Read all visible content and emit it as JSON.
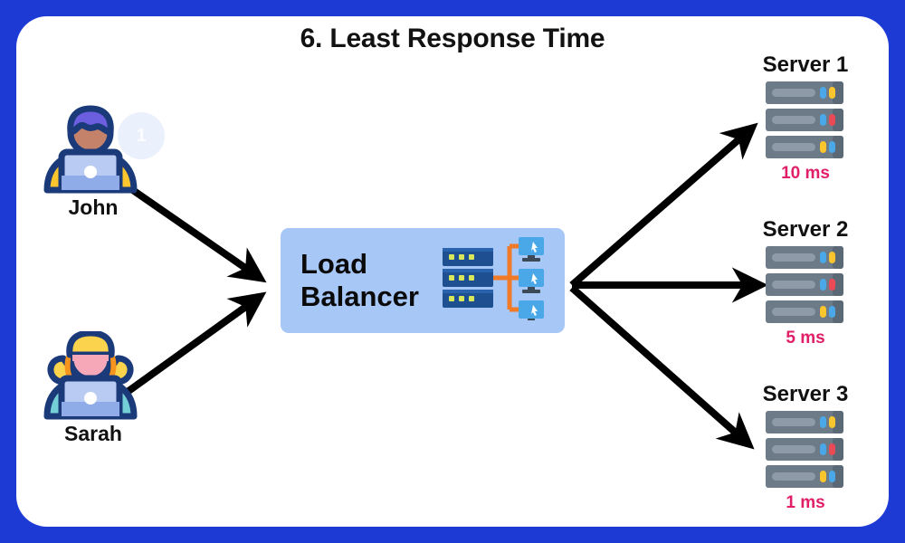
{
  "page": {
    "title": "6. Least Response Time",
    "border_color": "#1e3ad4",
    "canvas_color": "#ffffff"
  },
  "clients": [
    {
      "name": "John",
      "badge": "1",
      "avatar_icon": "person-with-laptop-icon",
      "colors": {
        "hair": "#6b5fe0",
        "face": "#c4826b",
        "shirt": "#fbc52e",
        "laptop": "#aec4f0",
        "outline": "#1a3a7a"
      }
    },
    {
      "name": "Sarah",
      "badge": null,
      "avatar_icon": "person-with-laptop-icon",
      "colors": {
        "hair": "#fbd34d",
        "hair_side": "#f7941e",
        "face": "#f7a8b8",
        "shirt": "#74cfd6",
        "laptop": "#aec4f0",
        "outline": "#1a3a7a"
      }
    }
  ],
  "load_balancer": {
    "label": "Load\nBalancer",
    "icon": "load-balancer-server-monitors-icon",
    "box_color": "#a7c7f7",
    "icon_colors": {
      "server": "#1d4f91",
      "led": "#d8e85a",
      "link": "#f07a28",
      "monitor": "#4aa8e8"
    }
  },
  "servers": [
    {
      "label": "Server 1",
      "response_time": "10 ms",
      "icon": "server-rack-icon"
    },
    {
      "label": "Server 2",
      "response_time": "5 ms",
      "icon": "server-rack-icon"
    },
    {
      "label": "Server 3",
      "response_time": "1 ms",
      "icon": "server-rack-icon"
    }
  ],
  "colors": {
    "accent_blue": "#1e3ad4",
    "response_time_pink": "#e01f68",
    "lb_box_blue": "#a7c7f7",
    "arrow_black": "#000000",
    "server_gray": "#6d7a88"
  },
  "arrows": {
    "inbound_count": 2,
    "outbound_count": 3,
    "icon": "arrow-right-icon"
  }
}
